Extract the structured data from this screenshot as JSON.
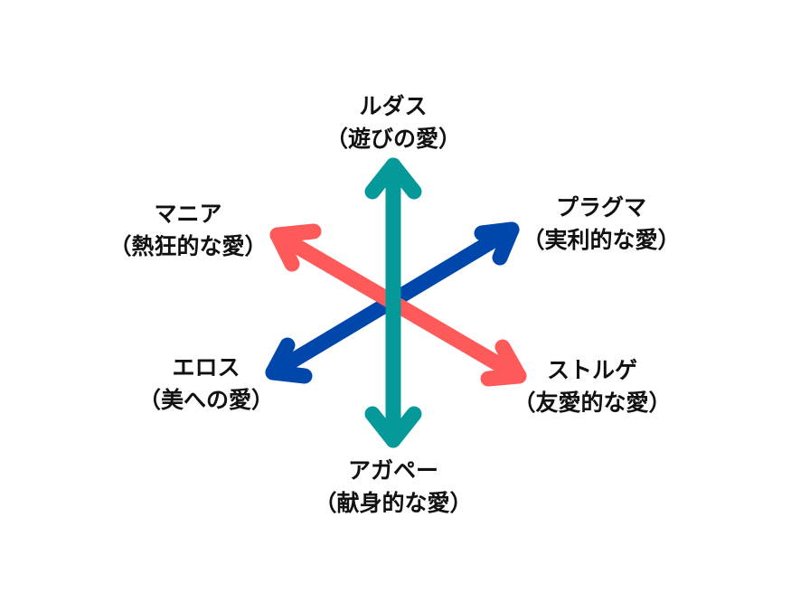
{
  "colors": {
    "teal": "#06999A",
    "red": "#FF5A5A",
    "blue": "#0047AB"
  },
  "labels": {
    "ludus": {
      "name": "ルダス",
      "desc": "（遊びの愛）"
    },
    "mania": {
      "name": "マニア",
      "desc": "（熱狂的な愛）"
    },
    "pragma": {
      "name": "プラグマ",
      "desc": "（実利的な愛）"
    },
    "eros": {
      "name": "エロス",
      "desc": "（美への愛）"
    },
    "storge": {
      "name": "ストルゲ",
      "desc": "（友愛的な愛）"
    },
    "agape": {
      "name": "アガペー",
      "desc": "（献身的な愛）"
    }
  }
}
